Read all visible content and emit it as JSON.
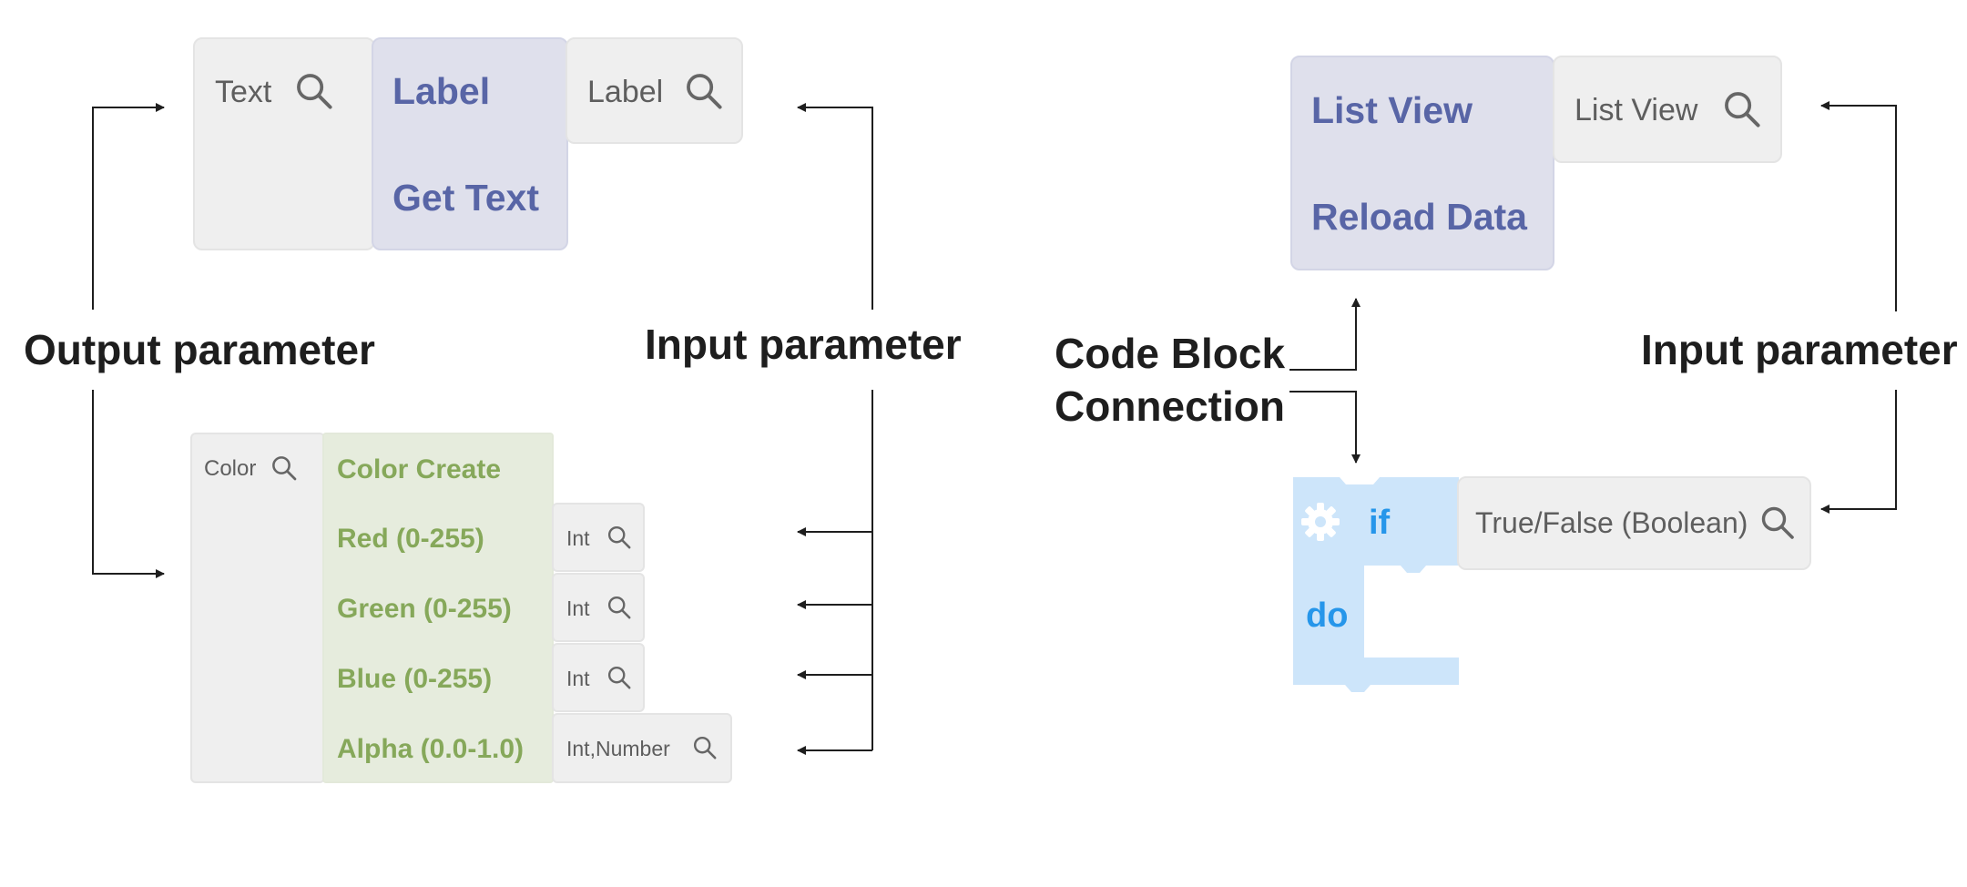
{
  "labels": {
    "output_parameter": "Output parameter",
    "input_parameter_left": "Input parameter",
    "input_parameter_right": "Input parameter",
    "code_block": "Code Block",
    "connection": "Connection"
  },
  "label_block": {
    "output": "Text",
    "title": "Label",
    "action": "Get Text",
    "input": "Label"
  },
  "color_block": {
    "output": "Color",
    "title": "Color Create",
    "params": [
      {
        "name": "Red (0-255)",
        "type": "Int"
      },
      {
        "name": "Green (0-255)",
        "type": "Int"
      },
      {
        "name": "Blue (0-255)",
        "type": "Int"
      },
      {
        "name": "Alpha (0.0-1.0)",
        "type": "Int,Number"
      }
    ]
  },
  "listview_block": {
    "title": "List View",
    "action": "Reload Data",
    "input": "List View"
  },
  "if_block": {
    "keyword_if": "if",
    "keyword_do": "do",
    "input": "True/False (Boolean)"
  },
  "icons": {
    "search": "search-icon",
    "gear": "gear-icon",
    "arrow": "arrow-head"
  },
  "colors": {
    "gray_block": "#efefef",
    "purple_block": "#dfe0ec",
    "purple_text": "#5865a6",
    "green_block": "#e6ecdd",
    "green_text": "#86a85a",
    "blue_block": "#cde5fa",
    "blue_text": "#2696ea",
    "arrow": "#1e1e1e"
  }
}
